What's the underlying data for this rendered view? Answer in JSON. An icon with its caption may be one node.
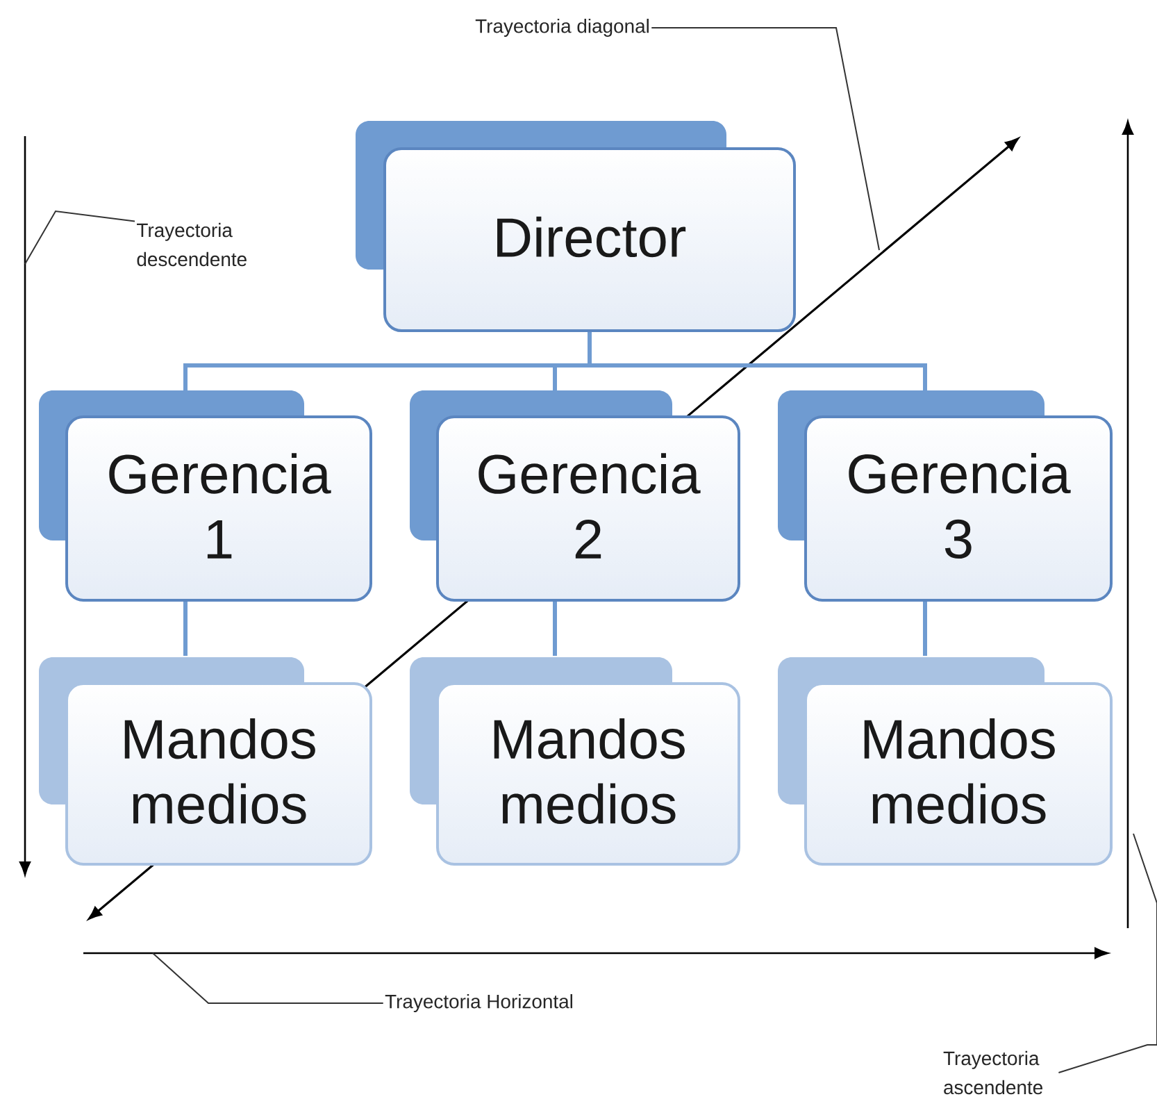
{
  "diagram": {
    "nodes": [
      {
        "text": [
          "Director"
        ]
      },
      {
        "text": [
          "Gerencia 1"
        ]
      },
      {
        "text": [
          "Gerencia 2"
        ]
      },
      {
        "text": [
          "Gerencia 3"
        ]
      },
      {
        "text": [
          "Mandos medios"
        ]
      },
      {
        "text": [
          "Mandos medios"
        ]
      },
      {
        "text": [
          "Mandos medios"
        ]
      },
      {
        "text": [
          "Trayectoria diagonal"
        ]
      },
      {
        "text": [
          "Trayectoria descendente"
        ]
      },
      {
        "text": [
          "Trayectoria Horizontal"
        ]
      },
      {
        "text": [
          "Trayectoria ascendente"
        ]
      }
    ],
    "edges": [
      {
        "from": 0,
        "to": 1,
        "arrow": "none"
      },
      {
        "from": 0,
        "to": 2,
        "arrow": "none"
      },
      {
        "from": 0,
        "to": 3,
        "arrow": "none"
      },
      {
        "from": 1,
        "to": 4,
        "arrow": "none"
      },
      {
        "from": 2,
        "to": 5,
        "arrow": "none"
      },
      {
        "from": 3,
        "to": 6,
        "arrow": "none"
      },
      {
        "from": 7,
        "to": null,
        "arrow": "none",
        "color": "#333333"
      },
      {
        "from": 8,
        "to": null,
        "arrow": "none",
        "color": "#333333"
      },
      {
        "from": 9,
        "to": null,
        "arrow": "none",
        "color": "#333333"
      },
      {
        "from": 10,
        "to": null,
        "arrow": "none",
        "color": "#333333"
      }
    ]
  }
}
